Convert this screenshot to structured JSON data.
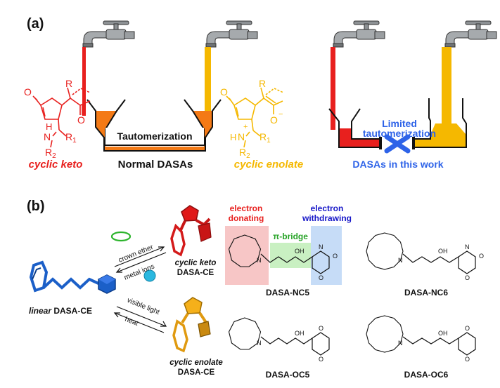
{
  "panel_a": {
    "label": "(a)",
    "tautomerization": "Tautomerization",
    "normal_dasas": "Normal DASAs",
    "cyclic_keto": "cyclic keto",
    "cyclic_enolate": "cyclic enolate",
    "limited_line1": "Limited",
    "limited_line2": "tautomerization",
    "dasas_this_work": "DASAs in this work",
    "struct": {
      "R": "R",
      "H": "H",
      "N": "N",
      "R1": "R",
      "R1_sub": "1",
      "R2": "R",
      "R2_sub": "2",
      "O": "O",
      "Ominus": "O",
      "minus": "−",
      "plus": "+",
      "dash": "–"
    },
    "colors": {
      "red": "#e8201e",
      "orange": "#f47a16",
      "yellow": "#f5b800",
      "blue": "#2e63e8",
      "black": "#111111"
    }
  },
  "panel_b": {
    "label": "(b)",
    "linear_italic": "linear",
    "linear_rest": " DASA-CE",
    "crown_ether": "crown ether",
    "metal_ions": "metal ions",
    "visible_light": "visible light",
    "heat": "heat",
    "keto_italic": "cyclic keto",
    "keto_rest": "DASA-CE",
    "enolate_italic": "cyclic enolate",
    "enolate_rest": "DASA-CE",
    "electron_donating_1": "electron",
    "electron_donating_2": "donating",
    "pi_bridge": "π-bridge",
    "electron_withdrawing_1": "electron",
    "electron_withdrawing_2": "withdrawing",
    "compounds": [
      "DASA-NC5",
      "DASA-NC6",
      "DASA-OC5",
      "DASA-OC6"
    ],
    "atoms": {
      "O": "O",
      "N": "N",
      "OH": "OH"
    }
  }
}
